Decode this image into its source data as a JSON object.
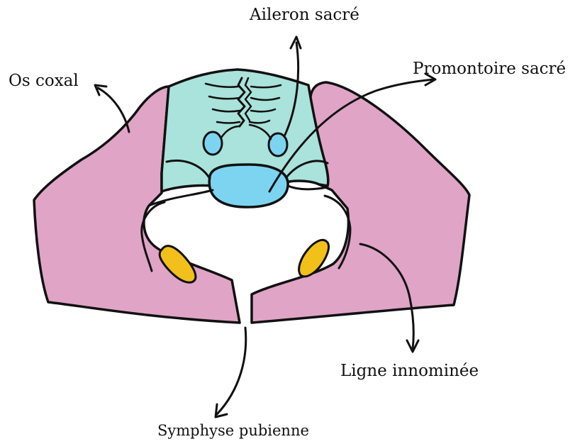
{
  "labels": {
    "aileron_sacre": "Aileron sacré",
    "promontoire_sacre": "Promontoire sacré",
    "os_coxal": "Os coxal",
    "ligne_innominee": "Ligne innominée",
    "symphyse_pubienne": "Symphyse pubienne"
  },
  "colors": {
    "coxal_bone": "#e0a4c6",
    "sacrum": "#a9e3db",
    "foramen": "#7dd4f1",
    "obturator": "#f2c01b",
    "outline": "#111111",
    "background": "#ffffff"
  }
}
